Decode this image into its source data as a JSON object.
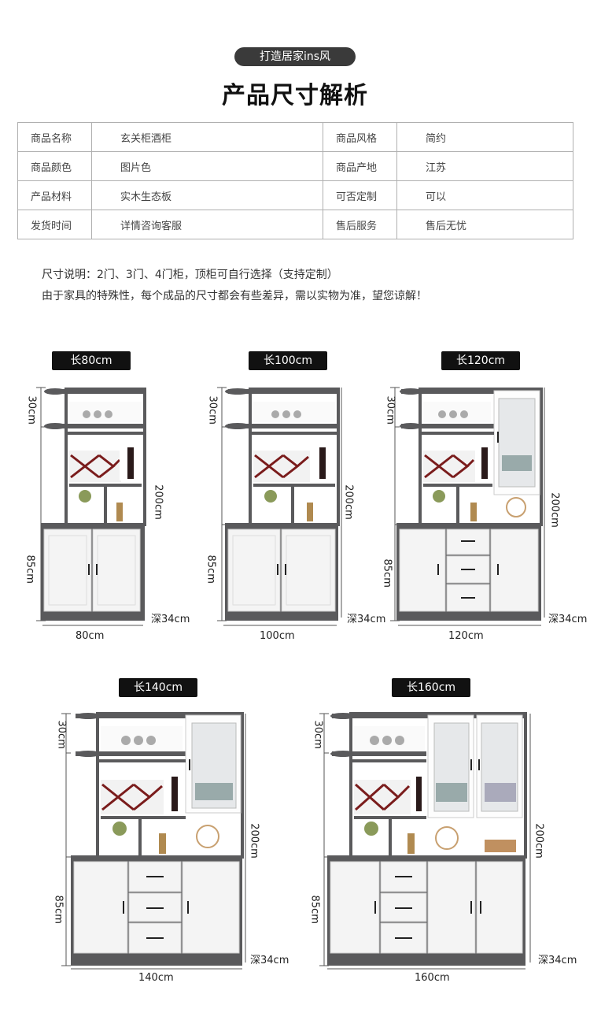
{
  "header": {
    "badge": "打造居家ins风",
    "title": "产品尺寸解析"
  },
  "spec_table": [
    {
      "k1": "商品名称",
      "v1": "玄关柜酒柜",
      "k2": "商品风格",
      "v2": "简约"
    },
    {
      "k1": "商品颜色",
      "v1": "图片色",
      "k2": "商品产地",
      "v2": "江苏"
    },
    {
      "k1": "产品材料",
      "v1": "实木生态板",
      "k2": "可否定制",
      "v2": "可以"
    },
    {
      "k1": "发货时间",
      "v1": "详情咨询客服",
      "k2": "售后服务",
      "v2": "售后无忧"
    }
  ],
  "notes": {
    "line1": "尺寸说明：2门、3门、4门柜，顶柜可自行选择（支持定制）",
    "line2": "由于家具的特殊性，每个成品的尺寸都会有些差异，需以实物为准，望您谅解！"
  },
  "cabinets": [
    {
      "tag": "长80cm",
      "width": "80cm",
      "top": "30cm",
      "total": "200cm",
      "base": "85cm",
      "depth": "深34cm"
    },
    {
      "tag": "长100cm",
      "width": "100cm",
      "top": "30cm",
      "total": "200cm",
      "base": "85cm",
      "depth": "深34cm"
    },
    {
      "tag": "长120cm",
      "width": "120cm",
      "top": "30cm",
      "total": "200cm",
      "base": "85cm",
      "depth": "深34cm"
    },
    {
      "tag": "长140cm",
      "width": "140cm",
      "top": "30cm",
      "total": "200cm",
      "base": "85cm",
      "depth": "深34cm"
    },
    {
      "tag": "长160cm",
      "width": "160cm",
      "top": "30cm",
      "total": "200cm",
      "base": "85cm",
      "depth": "深34cm"
    }
  ],
  "colors": {
    "frame": "#5a5a5c",
    "door": "#f4f4f4",
    "badge_bg": "#3a3a3a",
    "tag_bg": "#111111"
  }
}
